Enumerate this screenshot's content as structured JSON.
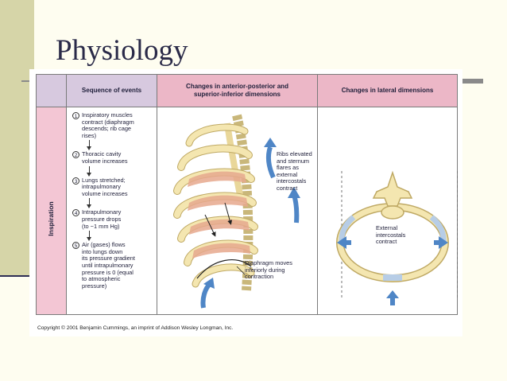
{
  "slide": {
    "title": "Physiology"
  },
  "figure": {
    "headers": {
      "sequence": "Sequence of events",
      "ap_si_line1": "Changes in anterior-posterior and",
      "ap_si_line2": "superior-inferior dimensions",
      "lateral": "Changes in lateral dimensions"
    },
    "side_label": "Inspiration",
    "steps": [
      {
        "num": "1",
        "lines": [
          "Inspiratory muscles",
          "contract (diaphragm",
          "descends; rib cage",
          "rises)"
        ]
      },
      {
        "num": "2",
        "lines": [
          "Thoracic cavity",
          "volume increases"
        ]
      },
      {
        "num": "3",
        "lines": [
          "Lungs stretched;",
          "intrapulmonary",
          "volume increases"
        ]
      },
      {
        "num": "4",
        "lines": [
          "Intrapulmonary",
          "pressure drops",
          "(to −1 mm Hg)"
        ]
      },
      {
        "num": "5",
        "lines": [
          "Air (gases) flows",
          "into lungs down",
          "its pressure gradient",
          "until intrapulmonary",
          "pressure is 0 (equal",
          "to atmospheric",
          "pressure)"
        ]
      }
    ],
    "annotations": {
      "ribs": [
        "Ribs elevated",
        "and sternum",
        "flares as",
        "external",
        "intercostals",
        "contract"
      ],
      "diaphragm": [
        "Diaphragm moves",
        "inferiorly during",
        "contraction"
      ],
      "external": [
        "External",
        "intercostals",
        "contract"
      ]
    },
    "copyright": "Copyright © 2001 Benjamin Cummings, an imprint of Addison Wesley Longman, Inc."
  },
  "colors": {
    "background": "#fefdf0",
    "left_band": "#d6d5a8",
    "title": "#2a2a48",
    "header_pink": "#ecb7c7",
    "header_lavender": "#d7c9df",
    "bone": "#f4e6b0",
    "muscle": "#e7a98e",
    "arrow_blue": "#4f86c6"
  }
}
